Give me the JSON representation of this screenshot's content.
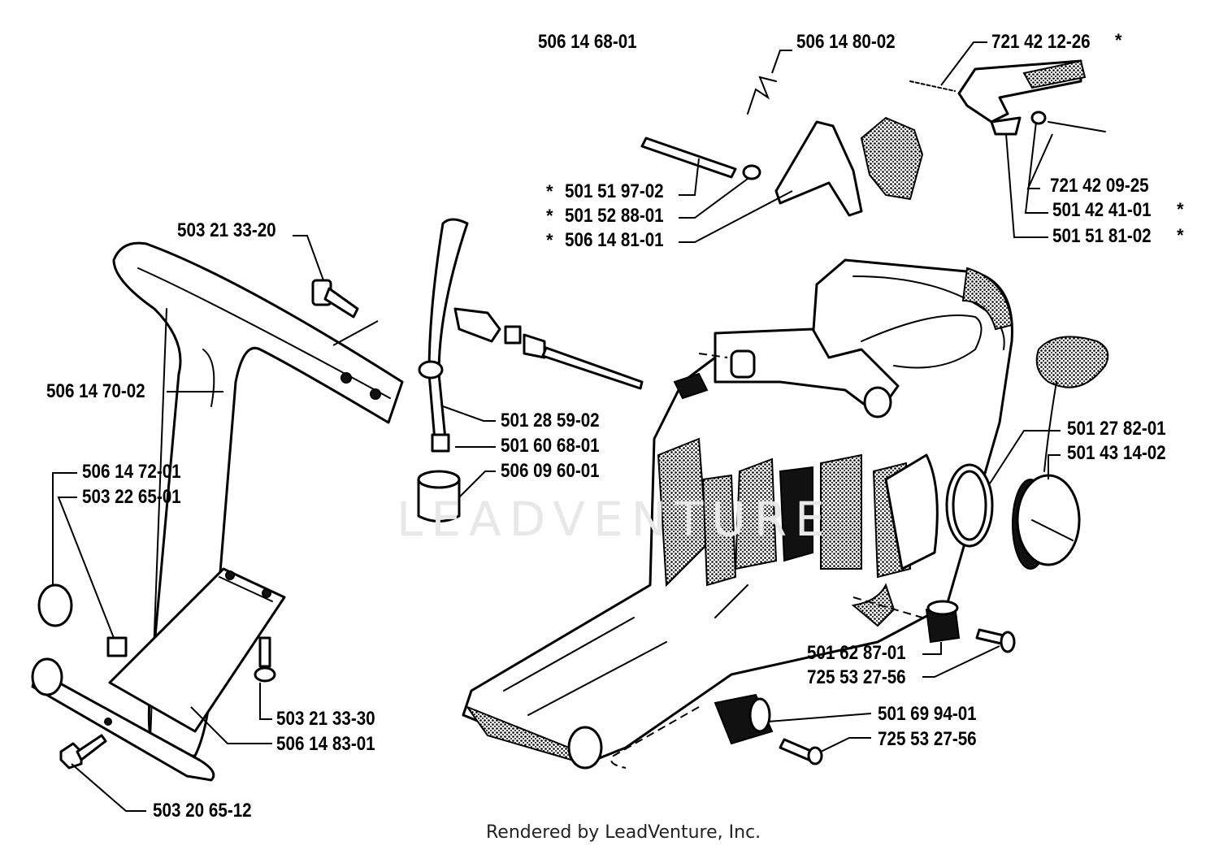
{
  "watermark": "LEADVENTURE",
  "footer": "Rendered by LeadVenture, Inc.",
  "labels": {
    "p_506_14_68_01": "506 14 68-01",
    "p_506_14_80_02": "506 14 80-02",
    "p_721_42_12_26": "721 42 12-26",
    "p_501_51_97_02": "501 51 97-02",
    "p_501_52_88_01": "501 52 88-01",
    "p_506_14_81_01": "506 14 81-01",
    "p_721_42_09_25": "721 42 09-25",
    "p_501_42_41_01": "501 42 41-01",
    "p_501_51_81_02": "501 51 81-02",
    "p_503_21_33_20": "503 21 33-20",
    "p_506_14_70_02": "506 14 70-02",
    "p_501_28_59_02": "501 28 59-02",
    "p_501_60_68_01": "501 60 68-01",
    "p_506_09_60_01": "506 09 60-01",
    "p_501_27_82_01": "501 27 82-01",
    "p_501_43_14_02": "501 43 14-02",
    "p_506_14_72_01": "506 14 72-01",
    "p_503_22_65_01": "503 22 65-01",
    "p_501_62_87_01": "501 62 87-01",
    "p_725_53_27_56_a": "725 53 27-56",
    "p_501_69_94_01": "501 69 94-01",
    "p_725_53_27_56_b": "725 53 27-56",
    "p_503_21_33_30": "503 21 33-30",
    "p_506_14_83_01": "506 14 83-01",
    "p_503_20_65_12": "503 20 65-12"
  },
  "star": "*"
}
